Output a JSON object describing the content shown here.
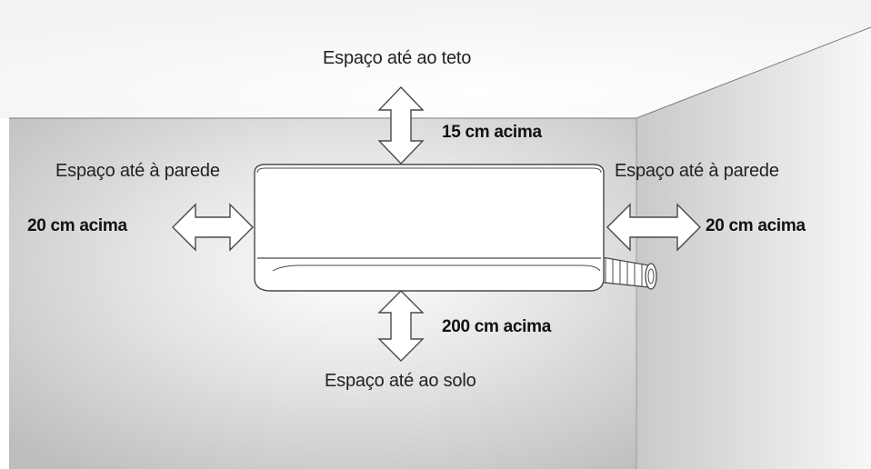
{
  "labels": {
    "ceiling_title": "Espaço até ao teto",
    "ceiling_value": "15 cm acima",
    "left_wall_title": "Espaço até à parede",
    "left_wall_value": "20 cm acima",
    "right_wall_title": "Espaço até à parede",
    "right_wall_value": "20 cm acima",
    "floor_value": "200 cm acima",
    "floor_title": "Espaço até ao solo"
  },
  "colors": {
    "wall_dark": "#c4c4c4",
    "wall_light": "#ffffff",
    "line": "#4a4a4a",
    "unit_fill": "#ffffff"
  },
  "icons": {
    "ceiling_arrow": "double-arrow-vertical",
    "left_arrow": "double-arrow-horizontal",
    "right_arrow": "double-arrow-horizontal",
    "floor_arrow": "double-arrow-vertical",
    "pipe": "drain-pipe"
  }
}
